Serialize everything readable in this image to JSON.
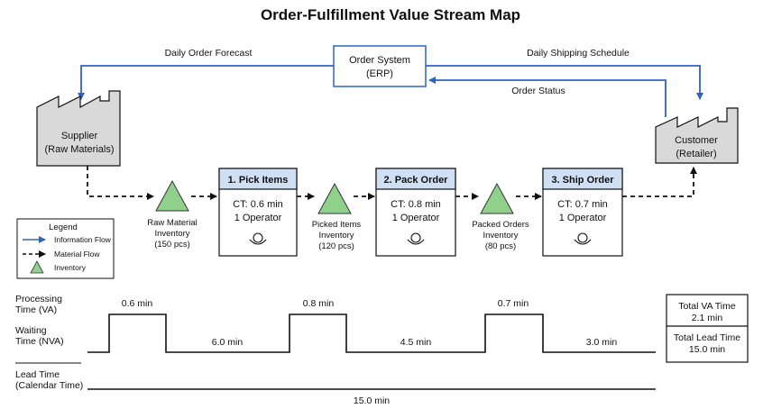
{
  "title": "Order-Fulfillment Value Stream Map",
  "order_system": {
    "line1": "Order System",
    "line2": "(ERP)"
  },
  "info_flows": {
    "forecast": "Daily Order Forecast",
    "shipping": "Daily Shipping Schedule",
    "status": "Order Status"
  },
  "supplier": {
    "name": "Supplier",
    "sub": "(Raw Materials)"
  },
  "customer": {
    "name": "Customer",
    "sub": "(Retailer)"
  },
  "processes": [
    {
      "name": "1. Pick Items",
      "ct": "CT: 0.6 min",
      "operators": "1 Operator"
    },
    {
      "name": "2. Pack Order",
      "ct": "CT: 0.8 min",
      "operators": "1 Operator"
    },
    {
      "name": "3. Ship Order",
      "ct": "CT: 0.7 min",
      "operators": "1 Operator"
    }
  ],
  "inventories": [
    {
      "line1": "Raw Material",
      "line2": "Inventory",
      "line3": "(150 pcs)"
    },
    {
      "line1": "Picked Items",
      "line2": "Inventory",
      "line3": "(120 pcs)"
    },
    {
      "line1": "Packed Orders",
      "line2": "Inventory",
      "line3": "(80 pcs)"
    }
  ],
  "legend": {
    "title": "Legend",
    "info": "Information Flow",
    "material": "Material Flow",
    "inventory": "Inventory"
  },
  "timeline": {
    "processing_label": [
      "Processing",
      "Time (VA)"
    ],
    "waiting_label": [
      "Waiting",
      "Time (NVA)"
    ],
    "lead_label": [
      "Lead Time",
      "(Calendar Time)"
    ],
    "va_times": [
      "0.6 min",
      "0.8 min",
      "0.7 min"
    ],
    "nva_times": [
      "6.0 min",
      "4.5 min",
      "3.0 min"
    ],
    "lead_total": "15.0 min"
  },
  "summary": {
    "va_label": "Total VA Time",
    "va_value": "2.1 min",
    "lead_label": "Total Lead Time",
    "lead_value": "15.0 min"
  },
  "colors": {
    "info_flow": "#2f63c0",
    "process_header": "#cfe0f5",
    "inventory_fill": "#8fd08a",
    "factory_fill": "#d9d9d9"
  }
}
